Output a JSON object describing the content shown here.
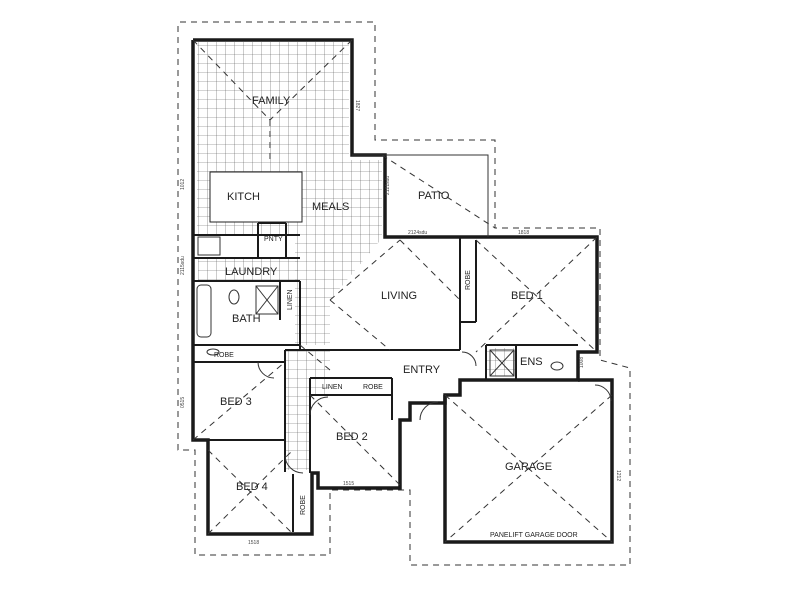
{
  "rooms": {
    "family": "FAMILY",
    "kitchen": "KITCH",
    "meals": "MEALS",
    "patio": "PATIO",
    "pantry": "PNTY",
    "laundry": "LAUNDRY",
    "bath": "BATH",
    "linen_bath": "LINEN",
    "robe_bed3": "ROBE",
    "bed3": "BED 3",
    "bed4": "BED 4",
    "robe_bed4": "ROBE",
    "living": "LIVING",
    "robe_bed1": "ROBE",
    "bed1": "BED 1",
    "ens": "ENS",
    "entry": "ENTRY",
    "linen_hall": "LINEN",
    "robe_hall": "ROBE",
    "bed2": "BED 2",
    "garage": "GARAGE",
    "garage_door": "PANELIFT GARAGE DOOR"
  },
  "dimensions": {
    "family_right": "1827",
    "kitch_left": "1012",
    "meals_right": "2121sdu",
    "living_top": "2124sdu",
    "bed1_top": "1818",
    "laundry_left": "2115sdu",
    "bed3_left": "0515",
    "bed2_bottom": "1515",
    "bed4_bottom": "1518",
    "ens_right": "1008",
    "garage_right": "1212"
  }
}
